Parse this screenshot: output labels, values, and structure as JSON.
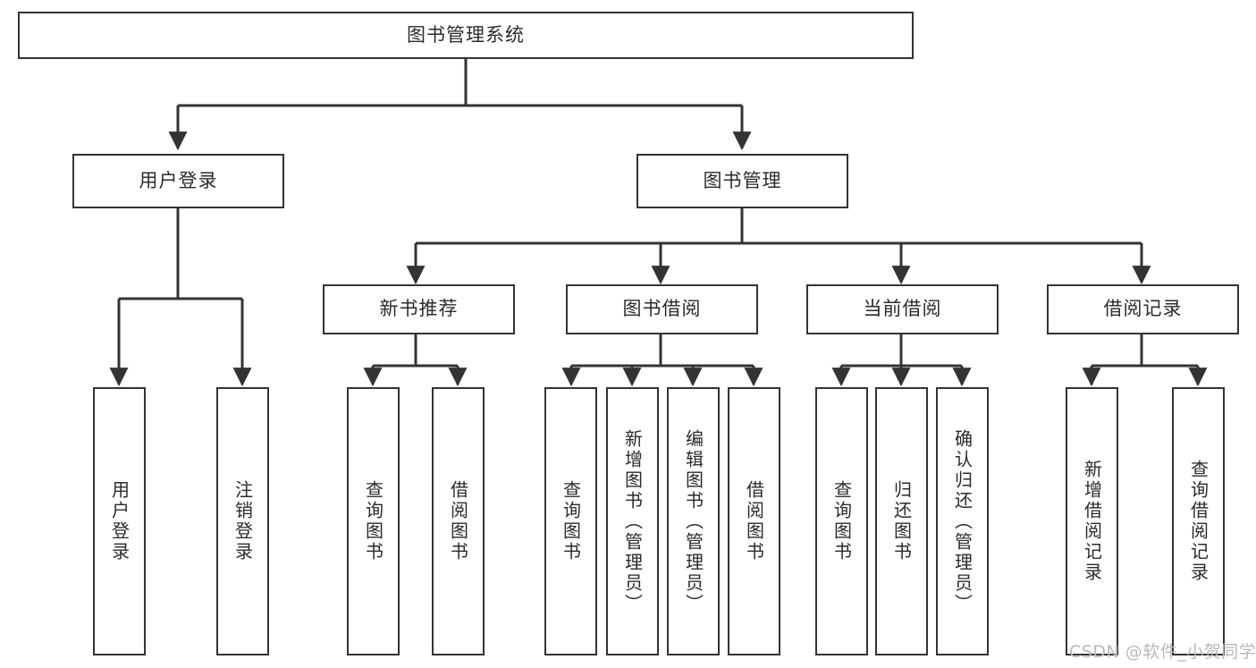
{
  "diagram": {
    "title": "图书管理系统",
    "type": "functional-structure-tree",
    "background": "#ffffff",
    "line_color": "#333333",
    "text_color": "#2b2b2b"
  },
  "root": {
    "label": "图书管理系统"
  },
  "level2": [
    {
      "label": "用户登录"
    },
    {
      "label": "图书管理"
    }
  ],
  "level3": [
    {
      "label": "新书推荐"
    },
    {
      "label": "图书借阅"
    },
    {
      "label": "当前借阅"
    },
    {
      "label": "借阅记录"
    }
  ],
  "leaves": {
    "user_login": [
      {
        "label": "用户登录"
      },
      {
        "label": "注销登录"
      }
    ],
    "new_book_recommend": [
      {
        "label": "查询图书"
      },
      {
        "label": "借阅图书"
      }
    ],
    "book_borrow": [
      {
        "label": "查询图书"
      },
      {
        "label": "新增图书（管理员）"
      },
      {
        "label": "编辑图书（管理员）"
      },
      {
        "label": "借阅图书"
      }
    ],
    "current_borrow": [
      {
        "label": "查询图书"
      },
      {
        "label": "归还图书"
      },
      {
        "label": "确认归还（管理员）"
      }
    ],
    "borrow_record": [
      {
        "label": "新增借阅记录"
      },
      {
        "label": "查询借阅记录"
      }
    ]
  },
  "watermark": {
    "text": "CSDN @软件_小贺同学"
  }
}
